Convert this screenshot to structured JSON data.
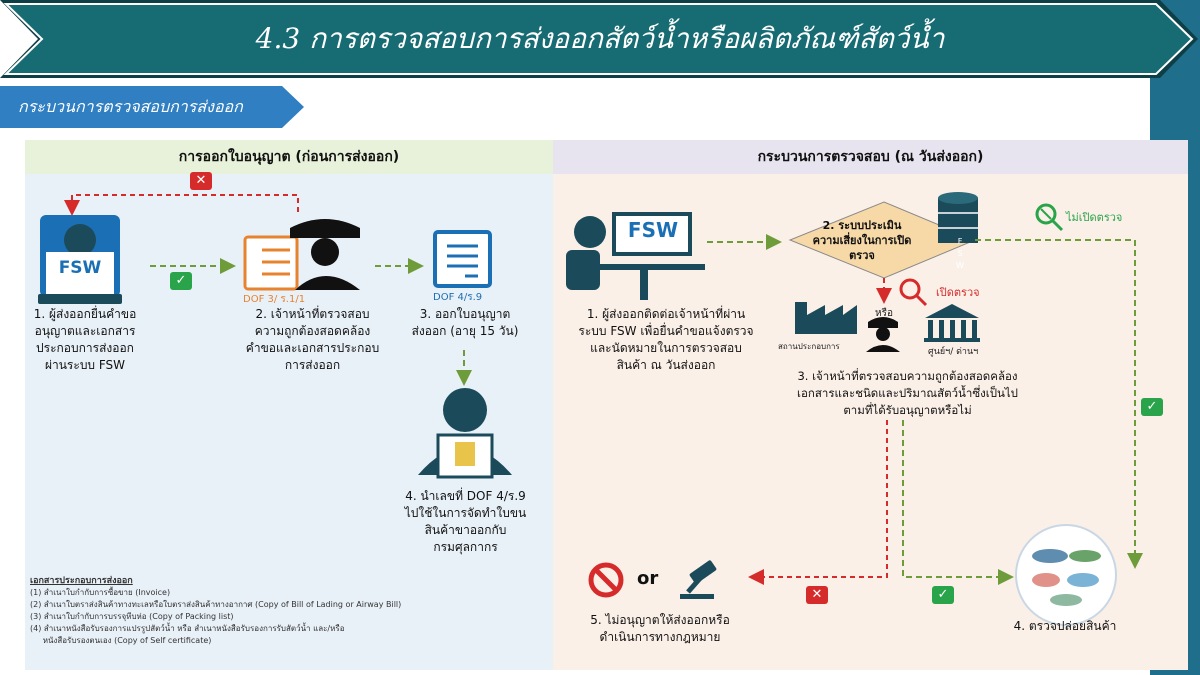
{
  "header": {
    "title": "4.3 การตรวจสอบการส่งออกสัตว์น้ำหรือผลิตภัณฑ์สัตว์น้ำ"
  },
  "subheader": {
    "title": "กระบวนการตรวจสอบการส่งออก"
  },
  "left_panel": {
    "title": "การออกใบอนุญาต (ก่อนการส่งออก)",
    "step1": [
      "1. ผู้ส่งออกยื่นคำขอ",
      "อนุญาตและเอกสาร",
      "ประกอบการส่งออก",
      "ผ่านระบบ FSW"
    ],
    "step2_label": "DOF 3/ ร.1/1",
    "step2": [
      "2. เจ้าหน้าที่ตรวจสอบ",
      "ความถูกต้องสอดคล้อง",
      "คำขอและเอกสารประกอบ",
      "การส่งออก"
    ],
    "step3_label": "DOF 4/ร.9",
    "step3": [
      "3. ออกใบอนุญาต",
      "ส่งออก (อายุ 15 วัน)"
    ],
    "step4": [
      "4. นำเลขที่ DOF 4/ร.9",
      "ไปใช้ในการจัดทำใบขน",
      "สินค้าขาออกกับ",
      "กรมศุลกากร"
    ],
    "fsw_logo": "FSW"
  },
  "doc_list": {
    "heading": "เอกสารประกอบการส่งออก",
    "items": [
      "(1) สำเนาใบกำกับการซื้อขาย (Invoice)",
      "(2) สำเนาใบตราส่งสินค้าทางทะเลหรือใบตราส่งสินค้าทางอากาศ (Copy of Bill of Lading or Airway Bill)",
      "(3) สำเนาใบกำกับการบรรจุหีบห่อ (Copy of Packing list)",
      "(4) สำเนาหนังสือรับรองการแปรรูปสัตว์น้ำ หรือ สำเนาหนังสือรับรองการรับสัตว์น้ำ และ/หรือ",
      "     หนังสือรับรองตนเอง (Copy of Self certificate)"
    ]
  },
  "right_panel": {
    "title": "กระบวนการตรวจสอบ (ณ วันส่งออก)",
    "step1": [
      "1. ผู้ส่งออกติดต่อเจ้าหน้าที่ผ่าน",
      "ระบบ FSW เพื่อยื่นคำขอแจ้งตรวจ",
      "และนัดหมายในการตรวจสอบ",
      "สินค้า ณ วันส่งออก"
    ],
    "step2": [
      "2. ระบบประเมิน",
      "ความเสี่ยงในการเปิด",
      "ตรวจ"
    ],
    "no_inspect": "ไม่เปิดตรวจ",
    "inspect": "เปิดตรวจ",
    "or_small": "หรือ",
    "factory_label": "สถานประกอบการ",
    "center_label": "ศูนย์ฯ/ ด่านฯ",
    "db_letters": [
      "F",
      "S",
      "W"
    ],
    "step3": [
      "3. เจ้าหน้าที่ตรวจสอบความถูกต้องสอดคล้อง",
      "เอกสารและชนิดและปริมาณสัตว์น้ำซึ่งเป็นไป",
      "ตามที่ได้รับอนุญาตหรือไม่"
    ],
    "or_big": "or",
    "step5": [
      "5. ไม่อนุญาตให้ส่งออกหรือ",
      "ดำเนินการทางกฎหมาย"
    ],
    "step4": "4. ตรวจปล่อยสินค้า",
    "fsw_logo": "FSW"
  },
  "colors": {
    "header_bg": "#176b73",
    "subheader_bg": "#2f7fc2",
    "arrow_green": "#6f9c3a",
    "arrow_red": "#d62b2b",
    "icon_blue": "#1b6fb4",
    "icon_dark": "#1b4b5a"
  }
}
